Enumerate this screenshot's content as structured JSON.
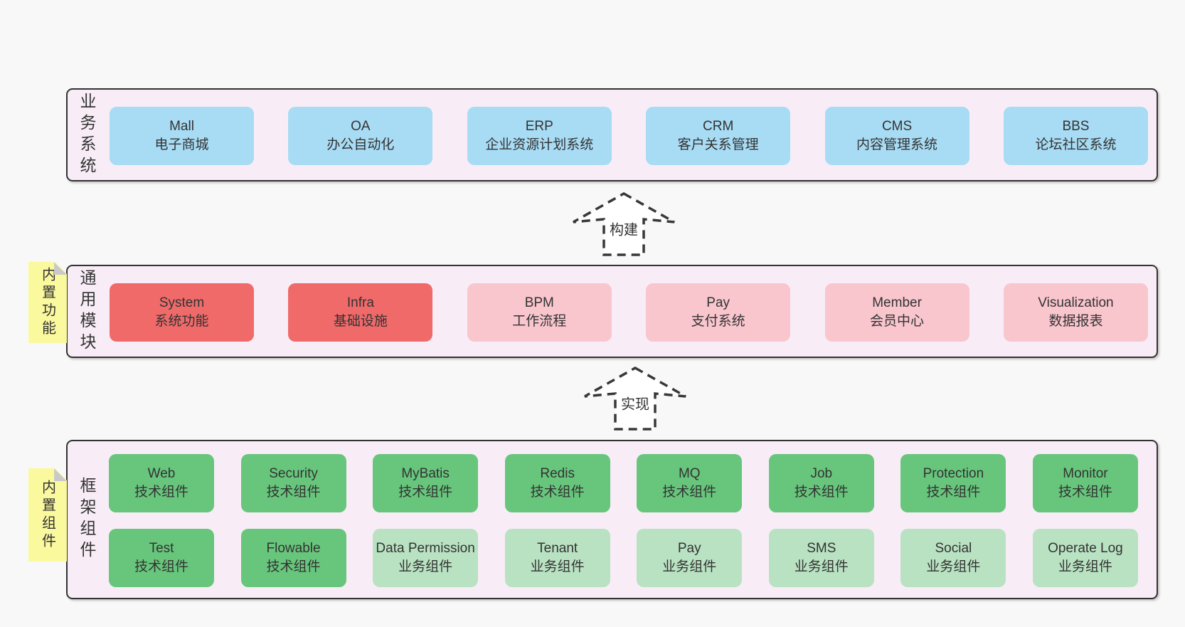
{
  "colors": {
    "page_background": "#f8f8f8",
    "layer_background": "#f8edf6",
    "layer_border": "#333333",
    "box_blue": "#a8dcf4",
    "box_red": "#f06a6a",
    "box_pink": "#f9c6ce",
    "box_green": "#67c67c",
    "box_light_green": "#b9e2c2",
    "sticky_yellow": "#fbf99e",
    "sticky_fold_gray": "#c9c9c9",
    "text": "#333333"
  },
  "arrows": [
    {
      "label": "构建"
    },
    {
      "label": "实现"
    }
  ],
  "layers": [
    {
      "label": "业务系统",
      "boxes": [
        {
          "name": "Mall",
          "desc": "电子商城"
        },
        {
          "name": "OA",
          "desc": "办公自动化"
        },
        {
          "name": "ERP",
          "desc": "企业资源计划系统"
        },
        {
          "name": "CRM",
          "desc": "客户关系管理"
        },
        {
          "name": "CMS",
          "desc": "内容管理系统"
        },
        {
          "name": "BBS",
          "desc": "论坛社区系统"
        }
      ]
    },
    {
      "label": "通用模块",
      "sticky": "内置功能",
      "boxes": [
        {
          "name": "System",
          "desc": "系统功能"
        },
        {
          "name": "Infra",
          "desc": "基础设施"
        },
        {
          "name": "BPM",
          "desc": "工作流程"
        },
        {
          "name": "Pay",
          "desc": "支付系统"
        },
        {
          "name": "Member",
          "desc": "会员中心"
        },
        {
          "name": "Visualization",
          "desc": "数据报表"
        }
      ]
    },
    {
      "label": "框架组件",
      "sticky": "内置组件",
      "rows": [
        [
          {
            "name": "Web",
            "desc": "技术组件"
          },
          {
            "name": "Security",
            "desc": "技术组件"
          },
          {
            "name": "MyBatis",
            "desc": "技术组件"
          },
          {
            "name": "Redis",
            "desc": "技术组件"
          },
          {
            "name": "MQ",
            "desc": "技术组件"
          },
          {
            "name": "Job",
            "desc": "技术组件"
          },
          {
            "name": "Protection",
            "desc": "技术组件"
          },
          {
            "name": "Monitor",
            "desc": "技术组件"
          }
        ],
        [
          {
            "name": "Test",
            "desc": "技术组件"
          },
          {
            "name": "Flowable",
            "desc": "技术组件"
          },
          {
            "name": "Data Permission",
            "desc": "业务组件"
          },
          {
            "name": "Tenant",
            "desc": "业务组件"
          },
          {
            "name": "Pay",
            "desc": "业务组件"
          },
          {
            "name": "SMS",
            "desc": "业务组件"
          },
          {
            "name": "Social",
            "desc": "业务组件"
          },
          {
            "name": "Operate Log",
            "desc": "业务组件"
          }
        ]
      ]
    }
  ]
}
